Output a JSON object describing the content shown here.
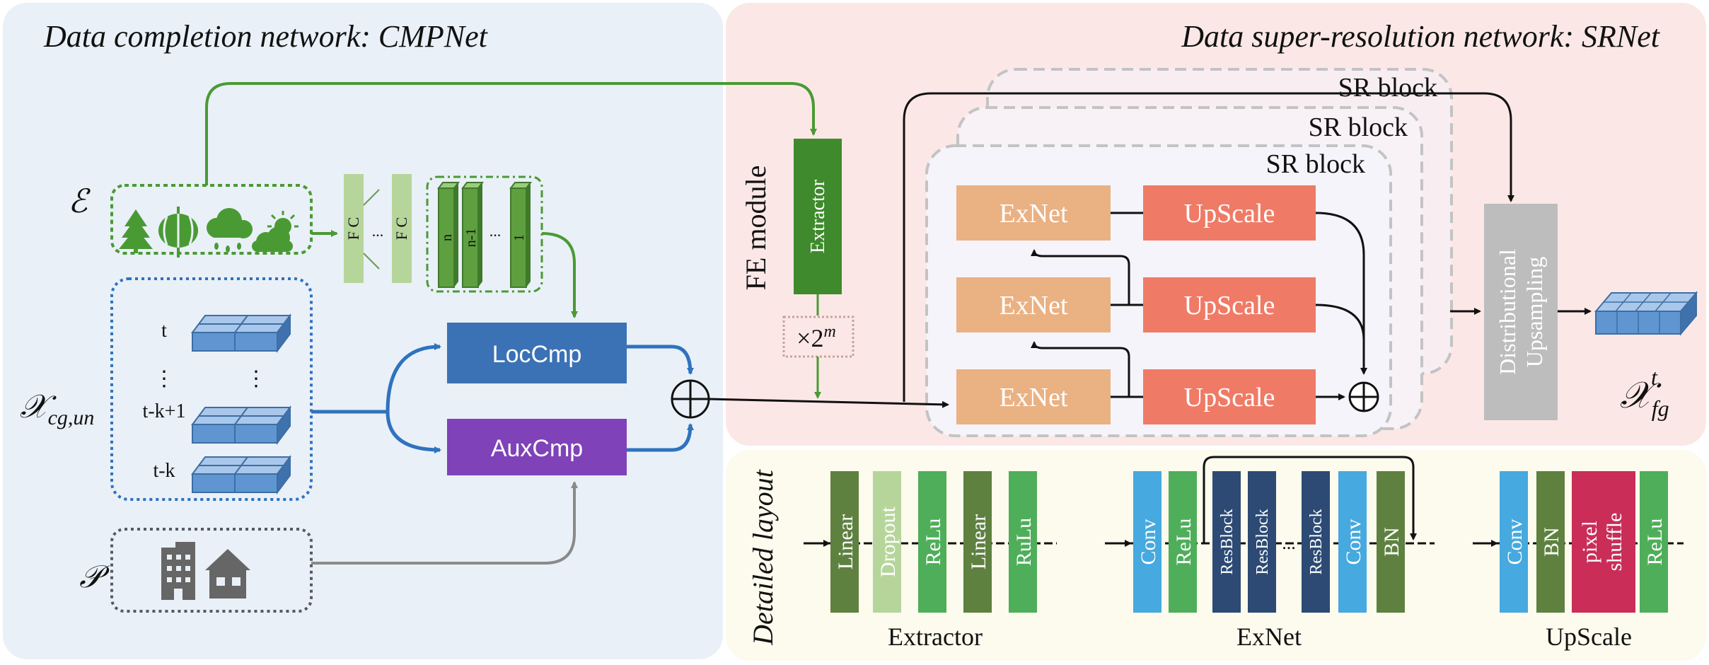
{
  "panels": {
    "cmpnet_title": "Data completion network: CMPNet",
    "srnet_title": "Data super-resolution network: SRNet",
    "detail_title": "Detailed layout"
  },
  "inputs": {
    "env_symbol": "ℰ",
    "env_icons": [
      "tree-icon",
      "lantern-icon",
      "rain-cloud-icon",
      "sun-cloud-icon"
    ],
    "x_symbol_main": "𝒳",
    "x_symbol_sub": "cg,un",
    "x_layers": [
      "t",
      "⋮",
      "t-k+1",
      "t-k"
    ],
    "x_dots_right": "⋮",
    "p_symbol": "𝒫",
    "p_icons": [
      "building-icon",
      "house-icon"
    ]
  },
  "fc": {
    "label1": "F C",
    "label2": "F C",
    "dots": "..."
  },
  "bars": {
    "n": "n",
    "n1": "n-1",
    "dots": "...",
    "one": "1"
  },
  "loccmp": "LocCmp",
  "auxcmp": "AuxCmp",
  "plus": "⊕",
  "colors": {
    "cmp_bg": "#e9f0f7",
    "sr_bg": "#fbe8e6",
    "detail_bg": "#fcfbee",
    "green": "#4a9a34",
    "blue_arrow": "#2f72be",
    "loccmp": "#3a72b5",
    "auxcmp": "#7f42b8",
    "exnet": "#eab183",
    "upscale": "#ef7b67",
    "gray_box": "#bdbdbd",
    "linear": "#5e8140",
    "dropout": "#b6d59b",
    "relu": "#4fae5a",
    "conv": "#46a9e0",
    "resblock": "#2c4a74",
    "pixel_shuffle": "#c92d58"
  },
  "fe": {
    "module_label": "FE module",
    "extractor": "Extractor",
    "scale": "×2",
    "scale_exp": "m"
  },
  "sr": {
    "block_labels": [
      "SR block",
      "SR block",
      "SR block"
    ],
    "exnet": [
      "ExNet",
      "ExNet",
      "ExNet"
    ],
    "upscale": [
      "UpScale",
      "UpScale",
      "UpScale"
    ],
    "dist_line1": "Distributional",
    "dist_line2": "Upsampling",
    "out_main": "𝒳",
    "out_sub": "fg",
    "out_sup": "t"
  },
  "detail": {
    "extractor_layers": [
      "Linear",
      "Dropout",
      "ReLu",
      "Linear",
      "RuLu"
    ],
    "extractor_caption": "Extractor",
    "exnet_layers": [
      "Conv",
      "ReLu",
      "ResBlock",
      "ResBlock",
      "ResBlock",
      "Conv",
      "BN"
    ],
    "exnet_dots": "...",
    "exnet_caption": "ExNet",
    "upscale_layers": [
      "Conv",
      "BN",
      "pixel",
      "shuffle",
      "ReLu"
    ],
    "upscale_caption": "UpScale"
  }
}
